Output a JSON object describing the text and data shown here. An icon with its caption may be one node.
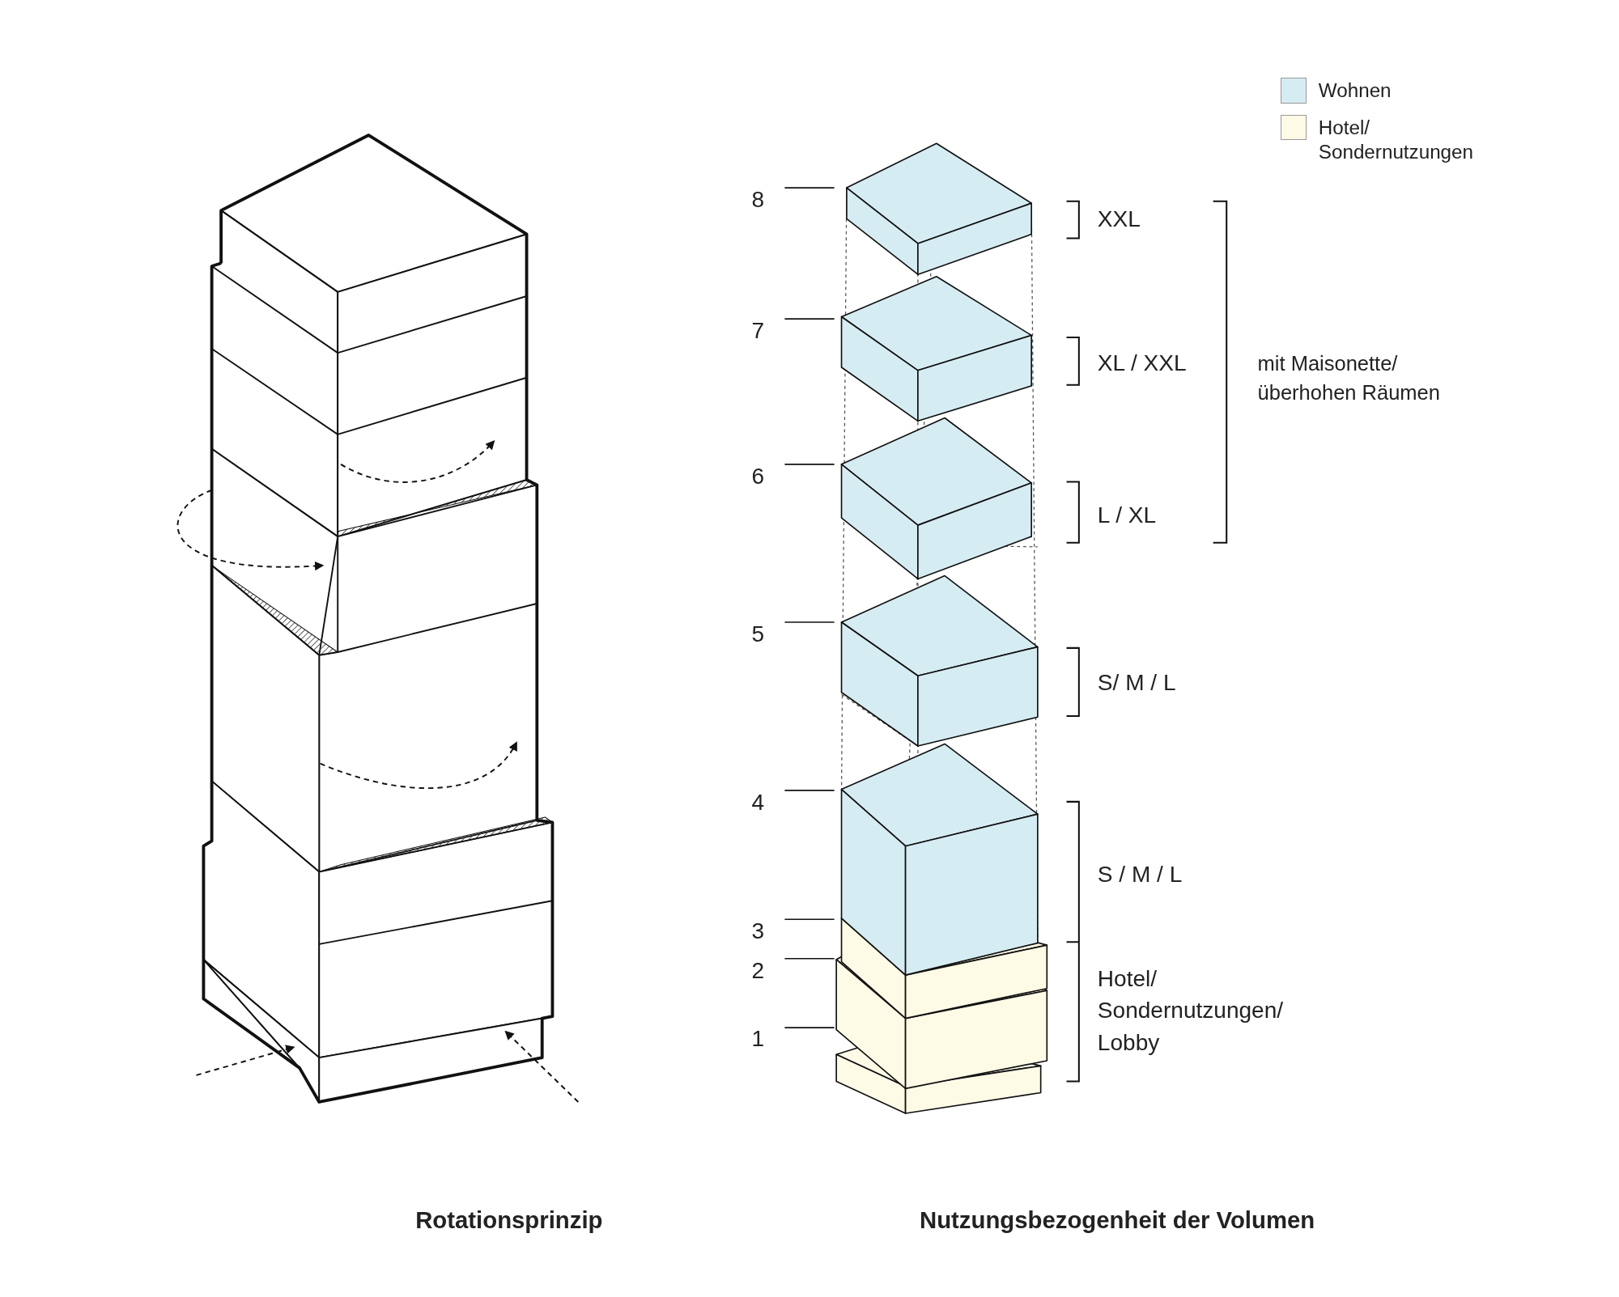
{
  "diagram": {
    "labels": [
      "8",
      "7",
      "6",
      "5",
      "4",
      "3",
      "2",
      "1",
      "XXL",
      "XL / XXL",
      "L / XL",
      "S/ M / L",
      "S / M / L",
      "Hotel/ Sondernutzungen/ Lobby",
      "mit Maisonette/ überhohen Räumen",
      "Rotationsprinzip",
      "Nutzungsbezogenheit der Volumen"
    ],
    "legend": [
      {
        "text": "Wohnen",
        "color": "#d6ecf3"
      },
      {
        "text": "Hotel/ Sondernutzungen",
        "color": "#fdfbe6"
      }
    ]
  }
}
